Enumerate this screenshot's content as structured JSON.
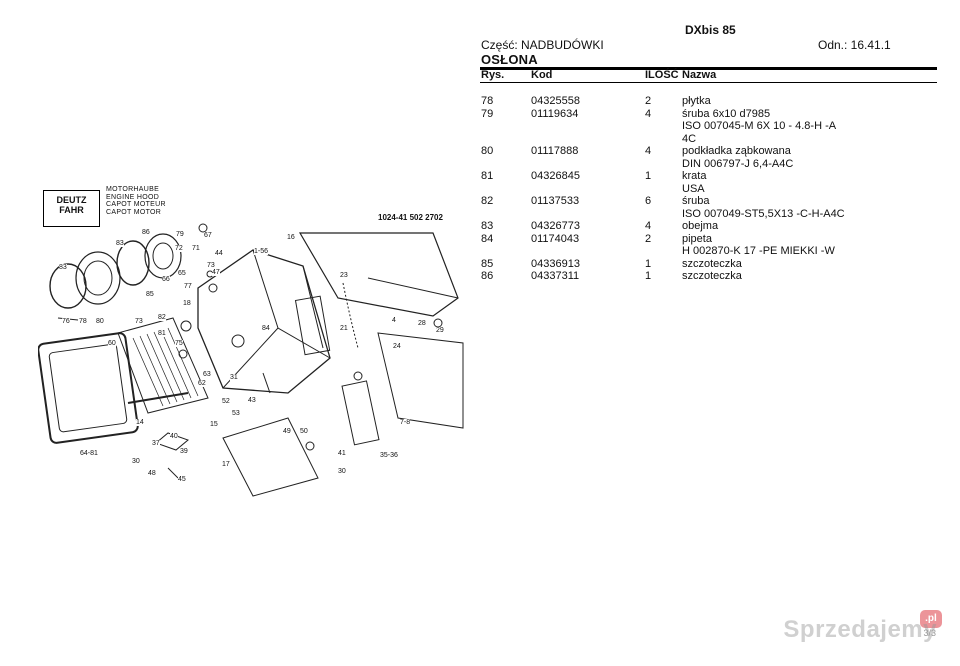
{
  "header": {
    "model": "DXbis 85",
    "part_label": "Część: NADBUDÓWKI",
    "odn": "Odn.: 16.41.1",
    "section": "OSŁONA"
  },
  "table": {
    "columns": [
      "Rys.",
      "Kod",
      "ILOŚĆ",
      "Nazwa"
    ],
    "rows": [
      {
        "rys": "78",
        "kod": "04325558",
        "ilosc": "2",
        "nazwa": [
          "płytka"
        ]
      },
      {
        "rys": "79",
        "kod": "01119634",
        "ilosc": "4",
        "nazwa": [
          "śruba 6x10 d7985",
          "ISO 007045-M 6X 10 - 4.8-H -A",
          "4C"
        ]
      },
      {
        "rys": "80",
        "kod": "01117888",
        "ilosc": "4",
        "nazwa": [
          "podkładka ząbkowana",
          "DIN 006797-J 6,4-A4C"
        ]
      },
      {
        "rys": "81",
        "kod": "04326845",
        "ilosc": "1",
        "nazwa": [
          "krata",
          "USA"
        ]
      },
      {
        "rys": "82",
        "kod": "01137533",
        "ilosc": "6",
        "nazwa": [
          "śruba",
          "ISO 007049-ST5,5X13 -C-H-A4C"
        ]
      },
      {
        "rys": "83",
        "kod": "04326773",
        "ilosc": "4",
        "nazwa": [
          "obejma"
        ]
      },
      {
        "rys": "84",
        "kod": "01174043",
        "ilosc": "2",
        "nazwa": [
          "pipeta",
          "H 002870-K 17 -PE MIEKKI -W"
        ]
      },
      {
        "rys": "85",
        "kod": "04336913",
        "ilosc": "1",
        "nazwa": [
          "szczoteczka"
        ]
      },
      {
        "rys": "86",
        "kod": "04337311",
        "ilosc": "1",
        "nazwa": [
          "szczoteczka"
        ]
      }
    ]
  },
  "drawing": {
    "brand_line1": "DEUTZ",
    "brand_line2": "FAHR",
    "captions": [
      "MOTORHAUBE",
      "ENGINE HOOD",
      "CAPOT MOTEUR",
      "CAPOT MOTOR"
    ],
    "doc_number": "1024-41 502 2702",
    "callouts": [
      "86",
      "79",
      "67",
      "71",
      "83",
      "72",
      "44",
      "73",
      "1-56",
      "16",
      "83",
      "65",
      "66",
      "47",
      "77",
      "85",
      "23",
      "18",
      "76",
      "78",
      "80",
      "73",
      "82",
      "75",
      "60",
      "4",
      "28",
      "29",
      "81",
      "84",
      "21",
      "24",
      "31",
      "63",
      "62",
      "52",
      "43",
      "53",
      "15",
      "49",
      "50",
      "14",
      "40",
      "37",
      "39",
      "64-81",
      "30",
      "48",
      "45",
      "17",
      "41",
      "35-36",
      "30",
      "7-8"
    ]
  },
  "watermark": {
    "text": "Sprzedajemy",
    "badge": ".pl",
    "page": "3/3"
  }
}
